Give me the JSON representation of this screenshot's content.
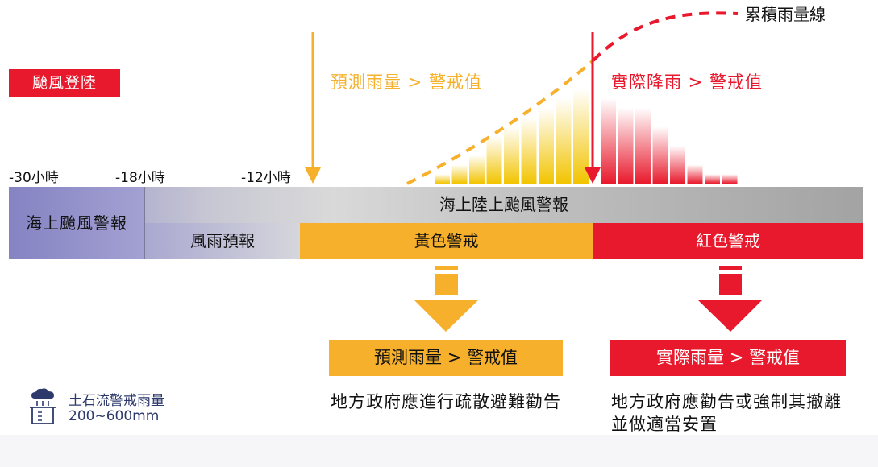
{
  "landfall_label": "颱風登陸",
  "ticks": [
    "-30小時",
    "-18小時",
    "-12小時"
  ],
  "forecast_rain_label": "預測雨量 > 警戒值",
  "actual_rain_label": "實際降雨 > 警戒值",
  "cumulative_label": "累積雨量線",
  "sea_warning": "海上颱風警報",
  "sea_land_warning": "海上陸上颱風警報",
  "rain_forecast": "風雨預報",
  "yellow_alert": "黃色警戒",
  "red_alert": "紅色警戒",
  "yellow_box": "預測雨量 > 警戒值",
  "red_box": "實際雨量 > 警戒值",
  "yellow_action": "地方政府應進行疏散避難勸告",
  "red_action": "地方政府應勸告或強制其撤離並做適當安置",
  "debris_label": "土石流警戒雨量",
  "debris_range": "200~600mm",
  "colors": {
    "yellow": "#f6b02c",
    "red": "#e8192c",
    "navy": "#2d3a6b"
  },
  "icons": [
    "down-arrow-icon",
    "rain-gauge-icon"
  ],
  "chart_data": {
    "type": "bar",
    "forecast_bars": [
      1,
      2,
      3,
      5,
      6,
      7,
      8,
      9,
      10
    ],
    "actual_bars": [
      9,
      8,
      8,
      6,
      4,
      2,
      1,
      1
    ]
  }
}
